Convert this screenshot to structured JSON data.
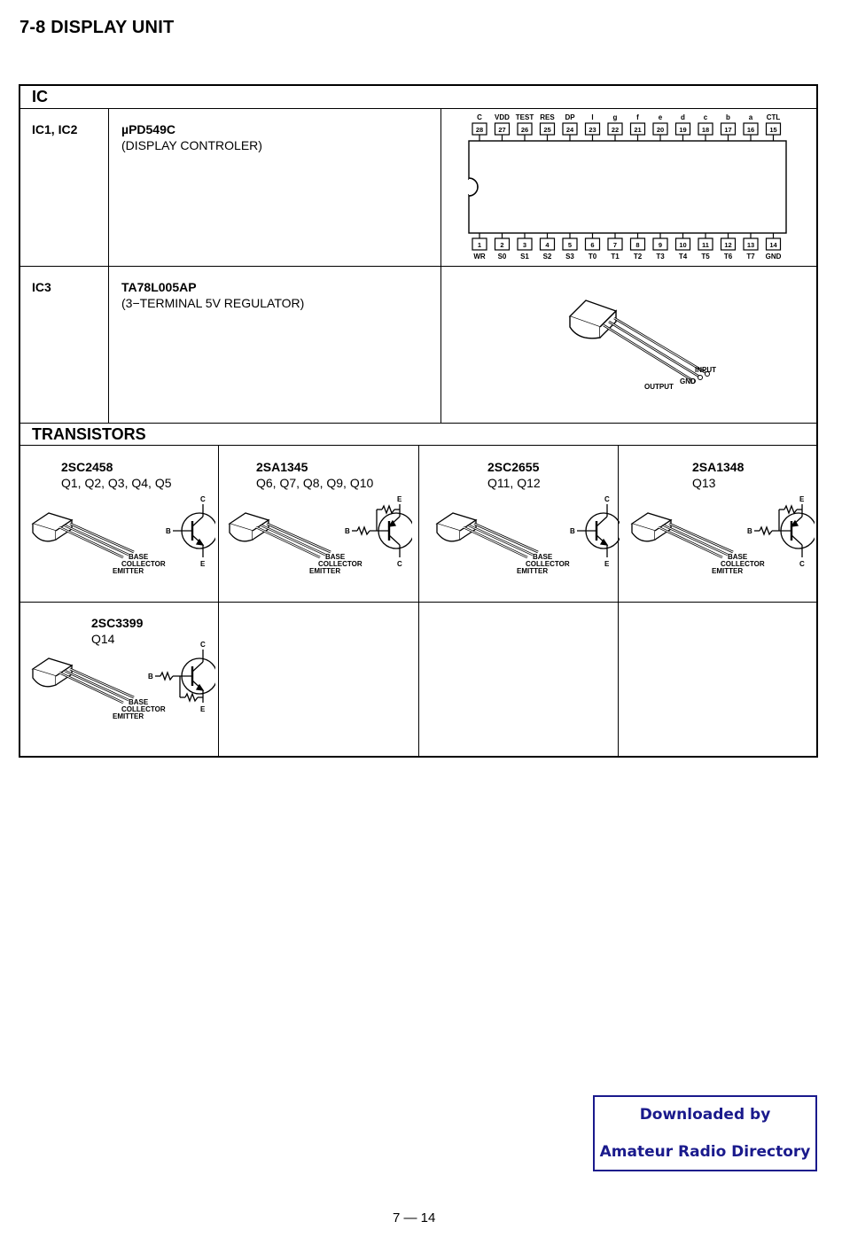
{
  "section_title": "7-8  DISPLAY UNIT",
  "ic_header": "IC",
  "ic_rows": [
    {
      "ref": "IC1, IC2",
      "part": "µPD549C",
      "desc": "(DISPLAY CONTROLER)"
    },
    {
      "ref": "IC3",
      "part": "TA78L005AP",
      "desc": "(3−TERMINAL 5V REGULATOR)"
    }
  ],
  "dip": {
    "top_labels": [
      "C",
      "VDD",
      "TEST",
      "RES",
      "DP",
      "I",
      "g",
      "f",
      "e",
      "d",
      "c",
      "b",
      "a",
      "CTL"
    ],
    "top_pins": [
      "28",
      "27",
      "26",
      "25",
      "24",
      "23",
      "22",
      "21",
      "20",
      "19",
      "18",
      "17",
      "16",
      "15"
    ],
    "bottom_pins": [
      "1",
      "2",
      "3",
      "4",
      "5",
      "6",
      "7",
      "8",
      "9",
      "10",
      "11",
      "12",
      "13",
      "14"
    ],
    "bottom_labels": [
      "WR",
      "S0",
      "S1",
      "S2",
      "S3",
      "T0",
      "T1",
      "T2",
      "T3",
      "T4",
      "T5",
      "T6",
      "T7",
      "GND"
    ]
  },
  "regulator_labels": {
    "input": "INPUT",
    "gnd": "GND",
    "output": "OUTPUT"
  },
  "transistors_header": "TRANSISTORS",
  "transistors": [
    {
      "part": "2SC2458",
      "refs": "Q1, Q2, Q3, Q4, Q5"
    },
    {
      "part": "2SA1345",
      "refs": "Q6, Q7, Q8, Q9, Q10"
    },
    {
      "part": "2SC2655",
      "refs": "Q11, Q12"
    },
    {
      "part": "2SA1348",
      "refs": "Q13"
    },
    {
      "part": "2SC3399",
      "refs": "Q14"
    }
  ],
  "pin_labels": {
    "base": "BASE",
    "collector": "COLLECTOR",
    "emitter": "EMITTER",
    "b": "B",
    "c": "C",
    "e": "E"
  },
  "download_box": {
    "line1": "Downloaded by",
    "line2": "Amateur Radio Directory"
  },
  "page_number": "7 — 14"
}
